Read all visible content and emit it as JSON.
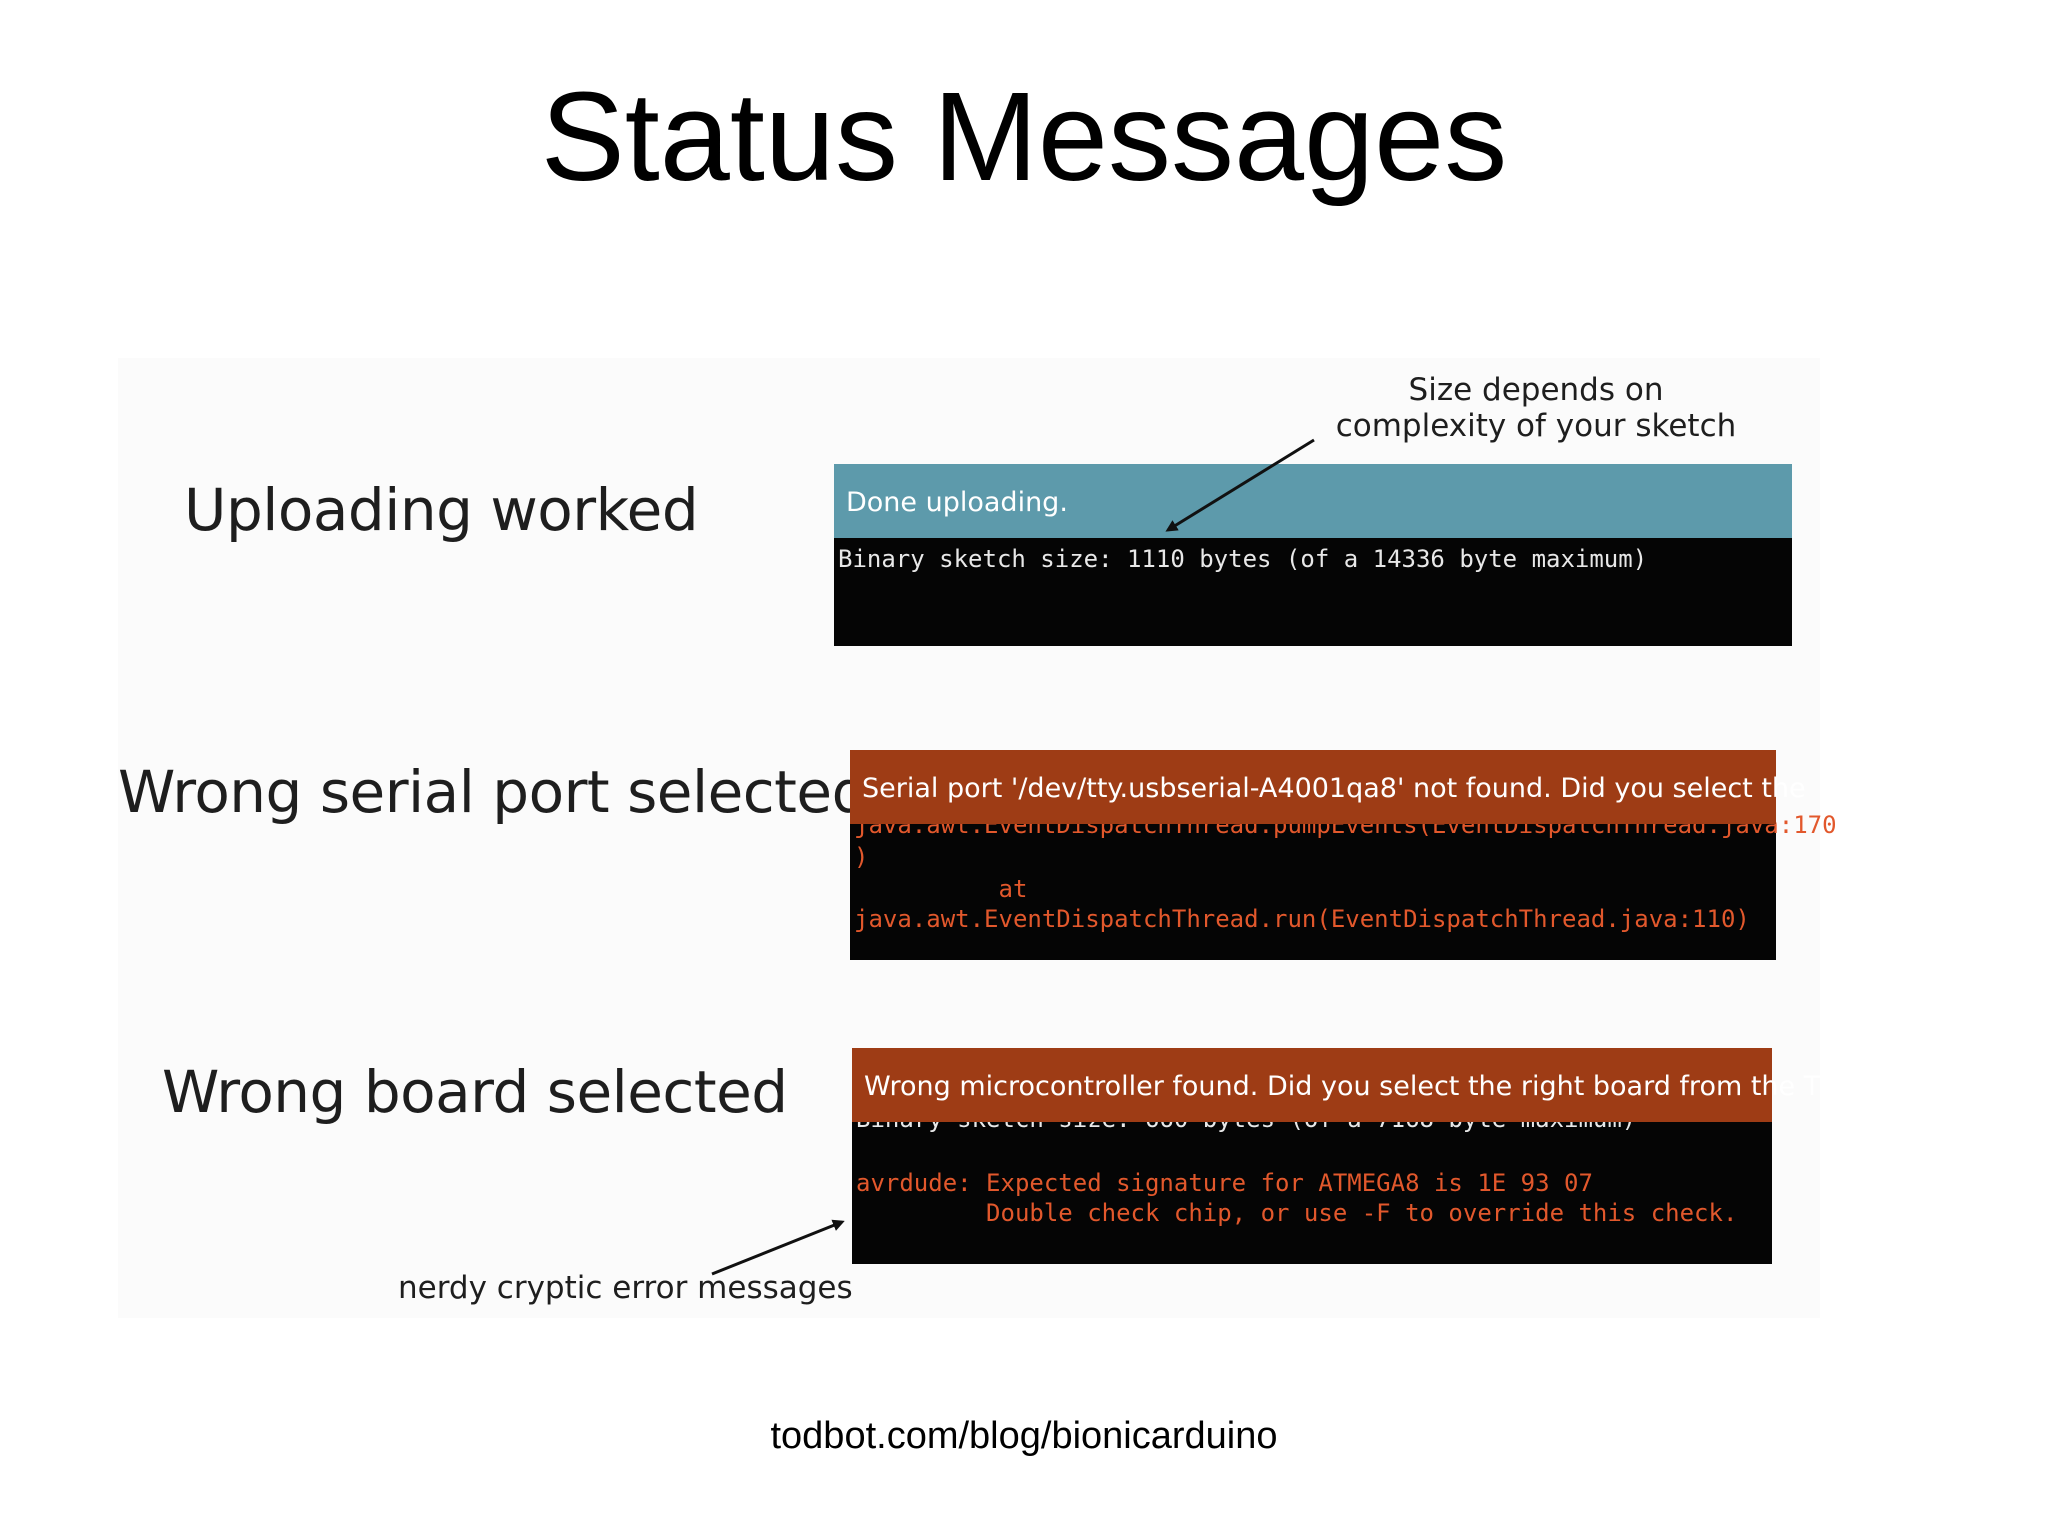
{
  "slide": {
    "title": "Status Messages",
    "footer": "todbot.com/blog/bionicarduino"
  },
  "figure": {
    "labels": {
      "upload_ok": "Uploading worked",
      "wrong_port": "Wrong serial port selected",
      "wrong_board": "Wrong board selected"
    },
    "annotations": {
      "size_line1": "Size depends on",
      "size_line2": "complexity of your sketch",
      "cryptic": "nerdy cryptic error messages"
    },
    "panels": {
      "upload": {
        "status": "Done uploading.",
        "console": [
          "Binary sketch size: 1110 bytes (of a 14336 byte maximum)"
        ]
      },
      "port": {
        "status": "Serial port '/dev/tty.usbserial-A4001qa8' not found.  Did you select the",
        "console": [
          "java.awt.EventDispatchThread.pumpEvents(EventDispatchThread.java:170",
          ")",
          "          at",
          "java.awt.EventDispatchThread.run(EventDispatchThread.java:110)"
        ]
      },
      "board": {
        "status": "Wrong microcontroller found.  Did you select the right board from the T",
        "console": [
          "Binary sketch size: 660 bytes (of a 7168 byte maximum)",
          "",
          "avrdude: Expected signature for ATMEGA8 is 1E 93 07",
          "         Double check chip, or use -F to override this check."
        ]
      }
    },
    "colors": {
      "status_ok": "#5d9aab",
      "status_error": "#9e3c15",
      "console_bg": "#050505",
      "error_text": "#e2582c"
    }
  }
}
